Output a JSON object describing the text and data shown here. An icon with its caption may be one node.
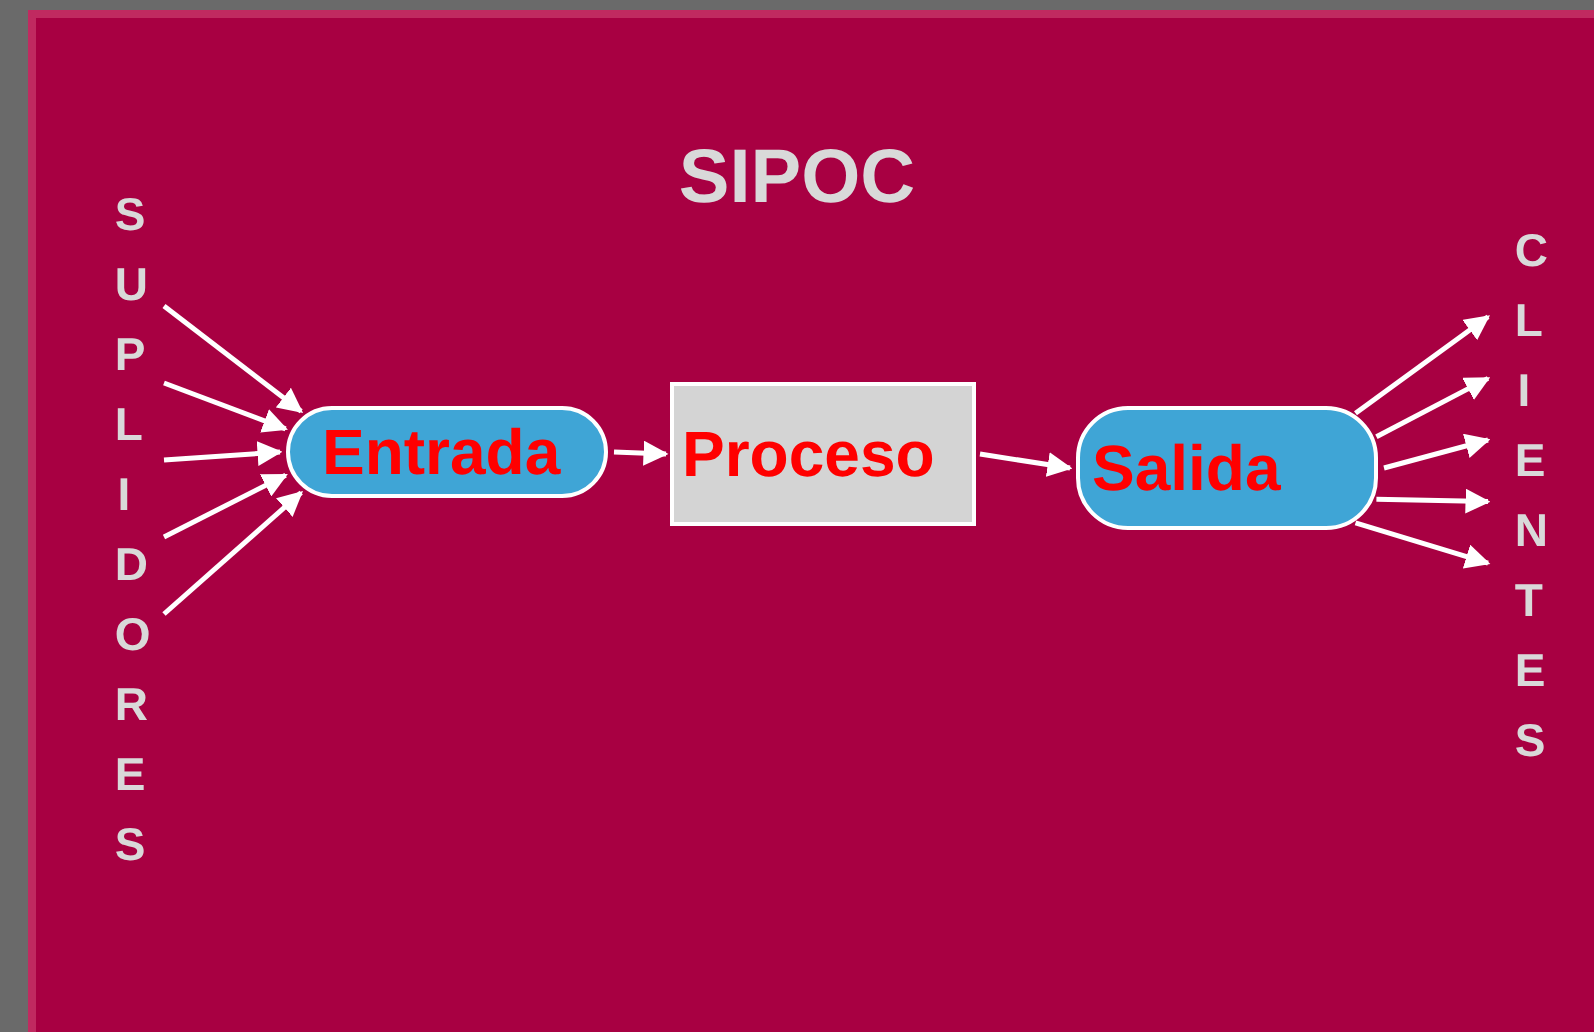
{
  "diagram": {
    "title": "SIPOC",
    "nodes": [
      {
        "text": [
          "SUPLIDORES"
        ]
      },
      {
        "text": [
          "Entrada"
        ]
      },
      {
        "text": [
          "Proceso"
        ]
      },
      {
        "text": [
          "Salida"
        ]
      },
      {
        "text": [
          "CLIENTES"
        ]
      }
    ],
    "edges": [
      {
        "from": 0,
        "to": 1,
        "arrow": "to"
      },
      {
        "from": 0,
        "to": 1,
        "arrow": "to"
      },
      {
        "from": 0,
        "to": 1,
        "arrow": "to"
      },
      {
        "from": 0,
        "to": 1,
        "arrow": "to"
      },
      {
        "from": 0,
        "to": 1,
        "arrow": "to"
      },
      {
        "from": 1,
        "to": 2,
        "arrow": "to"
      },
      {
        "from": 2,
        "to": 3,
        "arrow": "to"
      },
      {
        "from": 3,
        "to": 4,
        "arrow": "to"
      },
      {
        "from": 3,
        "to": 4,
        "arrow": "to"
      },
      {
        "from": 3,
        "to": 4,
        "arrow": "to"
      },
      {
        "from": 3,
        "to": 4,
        "arrow": "to"
      },
      {
        "from": 3,
        "to": 4,
        "arrow": "to"
      }
    ]
  }
}
